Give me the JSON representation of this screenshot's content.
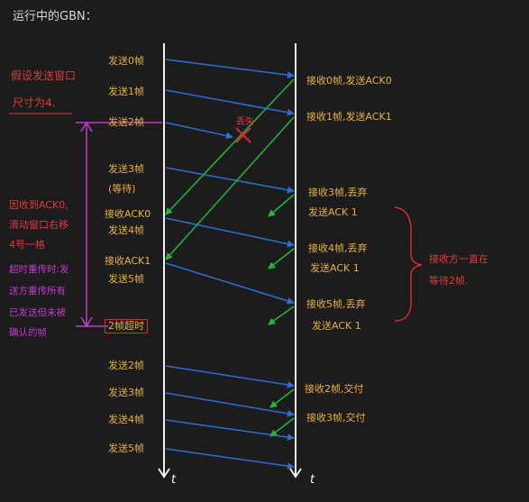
{
  "title": "运行中的GBN：",
  "assumption": [
    "假设发送窗口",
    "尺寸为4."
  ],
  "sender": {
    "events": [
      "发送0帧",
      "发送1帧",
      "发送2帧",
      "发送3帧",
      "(等待)",
      "接收ACK0",
      "发送4帧",
      "接收ACK1",
      "发送5帧",
      "2帧超时",
      "发送2帧",
      "发送3帧",
      "发送4帧",
      "发送5帧"
    ]
  },
  "receiver": {
    "events": [
      "接收0帧,发送ACK0",
      "接收1帧,发送ACK1",
      "接收3帧,丢弃",
      "发送ACK 1",
      "接收4帧,丢弃",
      "发送ACK 1",
      "接收5帧,丢弃",
      "发送ACK 1",
      "接收2帧,交付",
      "接收3帧,交付"
    ]
  },
  "lost_label": "丢失",
  "time_label": "t",
  "notes": {
    "window_slide": [
      "因收到ACK0,",
      "滑动窗口右移",
      "4号一格"
    ],
    "timeout_note": [
      "超时重传时:发",
      "送方重传所有",
      "已发送但未被",
      "确认的帧"
    ],
    "receiver_wait": [
      "接收方一直在",
      "等待2帧."
    ]
  },
  "colors": {
    "background": "#1c1c1c",
    "timeline": "#f0f0f0",
    "data_frame": "#2a6fd6",
    "ack": "#1fb83a",
    "lost_marker": "#e02828",
    "sender_text": "#e8b23a",
    "red_note": "#e03a3a",
    "purple_note": "#c23ad0"
  }
}
